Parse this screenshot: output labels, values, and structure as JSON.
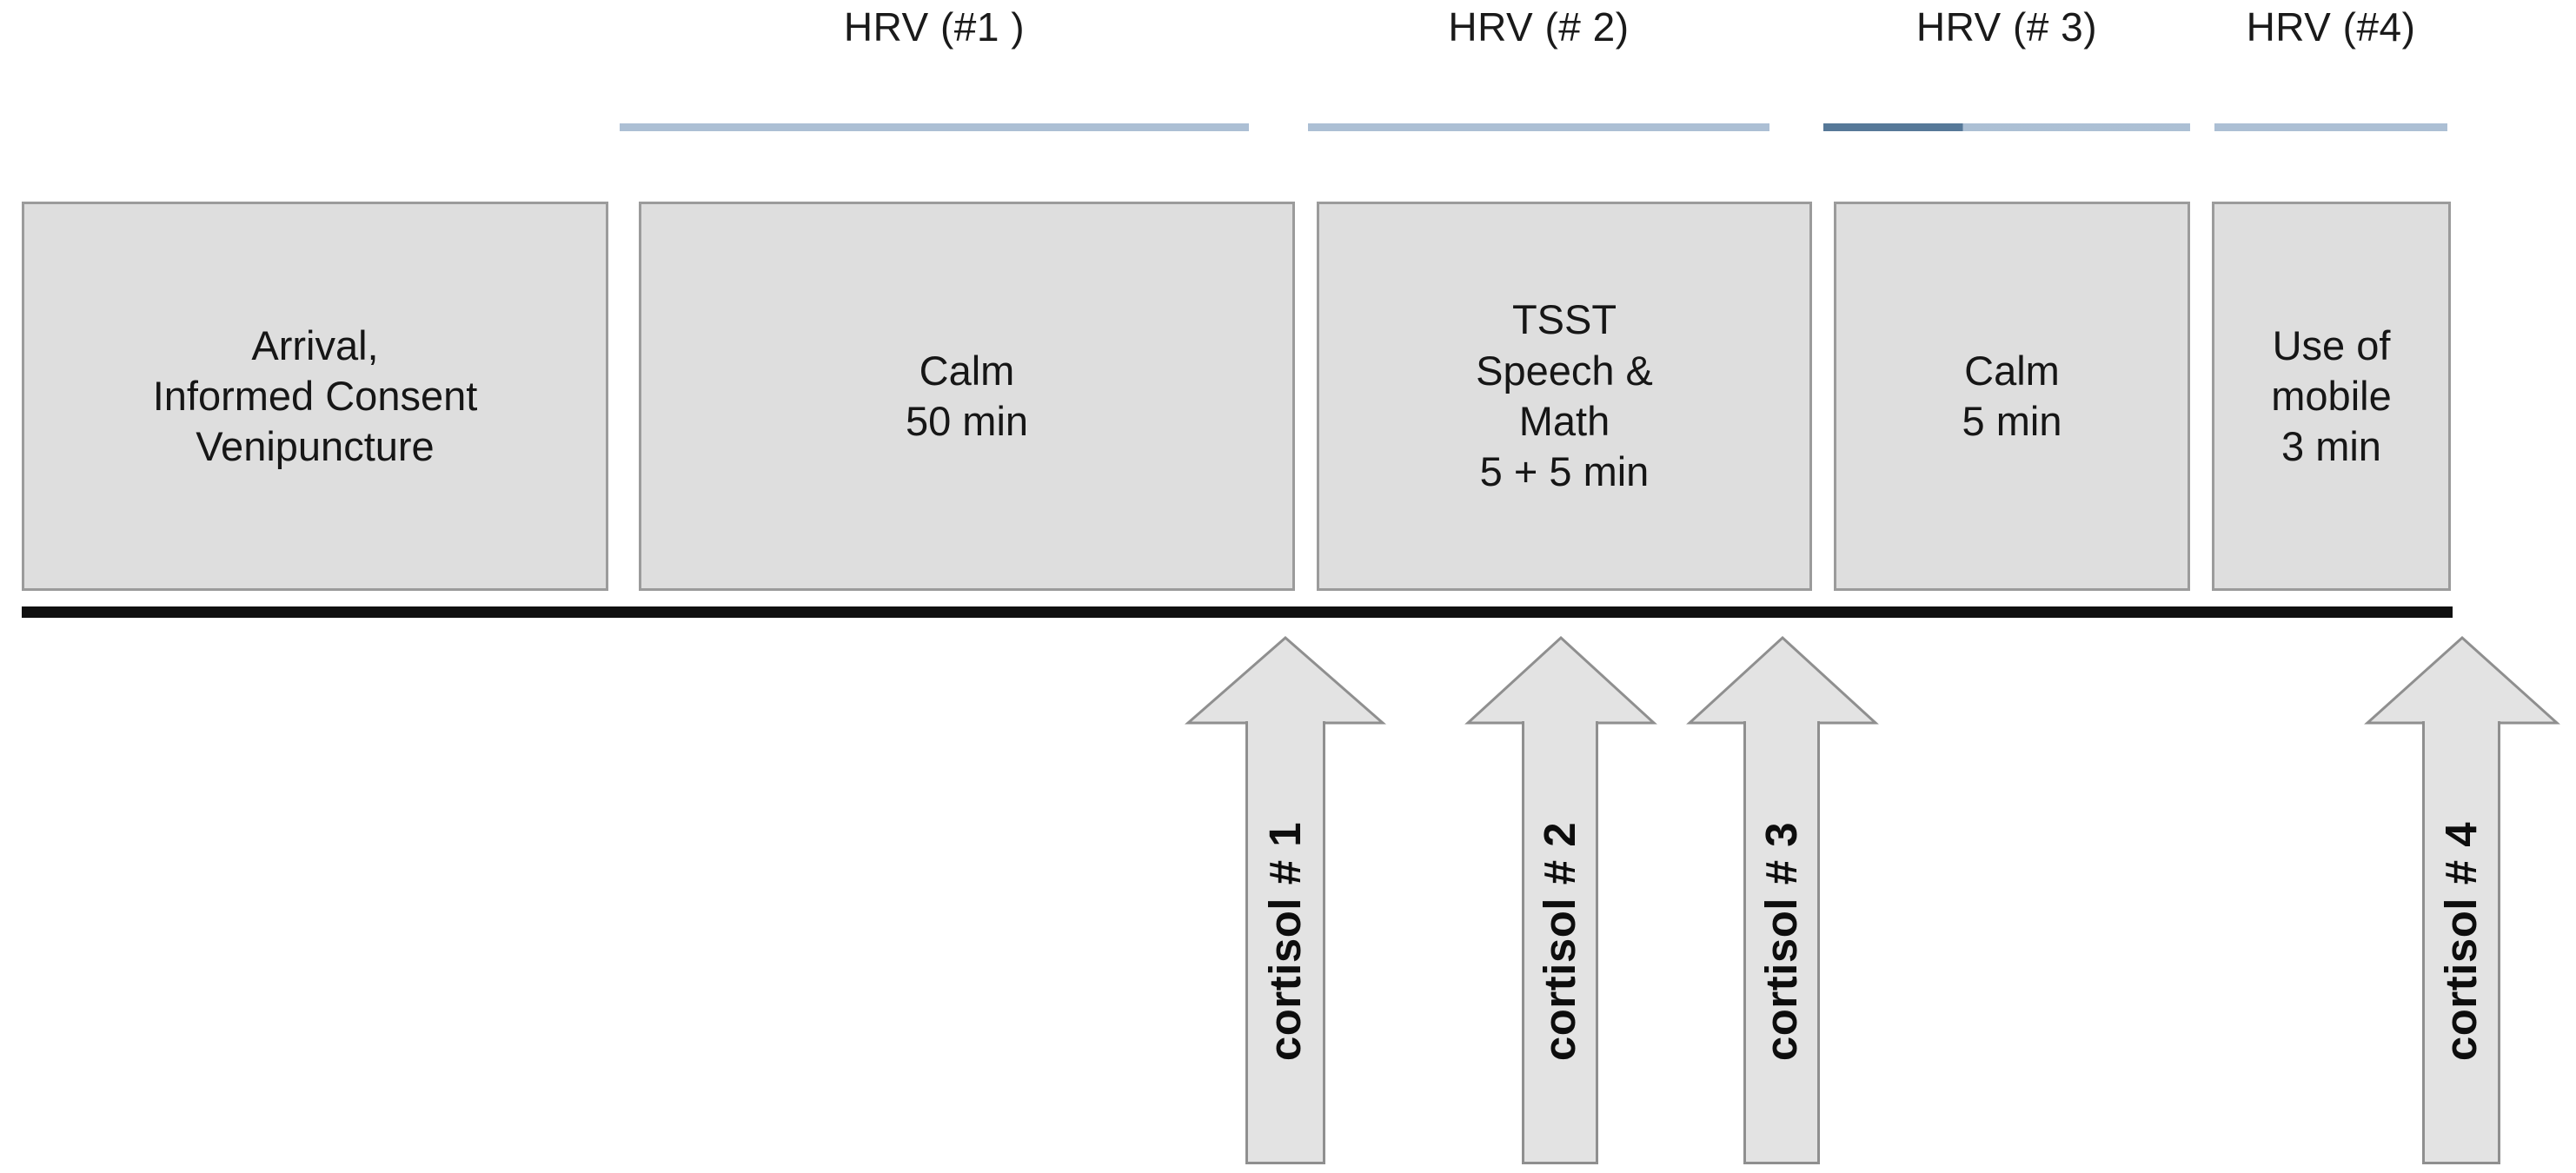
{
  "figure": {
    "type": "experimental-protocol-timeline",
    "orientation": "horizontal",
    "colors": {
      "box_fill": "#dedede",
      "box_border": "#9b9b9b",
      "baseline": "#101010",
      "hrv_bar": "#a8bcd2",
      "hrv_bar_dark": "#4d7193",
      "arrow_fill": "#e3e3e3",
      "arrow_border": "#8f8f8f",
      "text": "#161616"
    }
  },
  "hrv_measurements": [
    {
      "label": "HRV (#1 )",
      "bar_dark_segment": false
    },
    {
      "label": "HRV (# 2)",
      "bar_dark_segment": false
    },
    {
      "label": "HRV (# 3)",
      "bar_dark_segment": true
    },
    {
      "label": "HRV (#4)",
      "bar_dark_segment": false
    }
  ],
  "phases": [
    {
      "name": "arrival",
      "lines": [
        "Arrival,",
        "Informed Consent",
        "Venipuncture"
      ]
    },
    {
      "name": "calm-50",
      "lines": [
        "Calm",
        "50 min"
      ]
    },
    {
      "name": "tsst",
      "lines": [
        "TSST",
        "Speech &",
        "Math",
        "5 + 5 min"
      ]
    },
    {
      "name": "calm-5",
      "lines": [
        "Calm",
        "5 min"
      ]
    },
    {
      "name": "mobile",
      "lines": [
        "Use of",
        "mobile",
        "3 min"
      ]
    }
  ],
  "cortisol_samples": [
    {
      "label": "cortisol # 1"
    },
    {
      "label": "cortisol # 2"
    },
    {
      "label": "cortisol # 3"
    },
    {
      "label": "cortisol # 4"
    }
  ]
}
